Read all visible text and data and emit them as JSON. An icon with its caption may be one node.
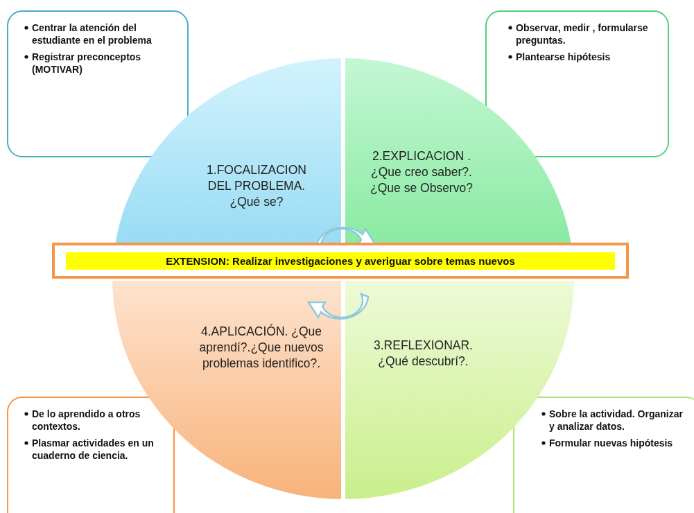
{
  "diagram": {
    "nodes": [
      {
        "text": [
          "Centrar la atención del estudiante  en el problema",
          "Registrar preconceptos (MOTIVAR)"
        ]
      },
      {
        "text": [
          "Observar, medir , formularse preguntas.",
          "Plantearse hipótesis"
        ]
      },
      {
        "text": [
          "1.FOCALIZACION DEL PROBLEMA. ¿Qué se?"
        ]
      },
      {
        "text": [
          "2.EXPLICACION . ¿Que creo saber?.¿Que se Observo?"
        ]
      },
      {
        "text": [
          "EXTENSION: Realizar investigaciones y averiguar sobre temas nuevos"
        ]
      },
      {
        "text": [
          "4.APLICACIÓN. ¿Que aprendí?.¿Que nuevos problemas identifico?."
        ]
      },
      {
        "text": [
          "3.REFLEXIONAR. ¿Qué descubrí?."
        ]
      },
      {
        "text": [
          "De lo aprendido a otros contextos.",
          "Plasmar actividades en un cuaderno de ciencia."
        ]
      },
      {
        "text": [
          "Sobre la actividad. Organizar y analizar datos.",
          "Formular nuevas hipótesis"
        ]
      }
    ]
  }
}
